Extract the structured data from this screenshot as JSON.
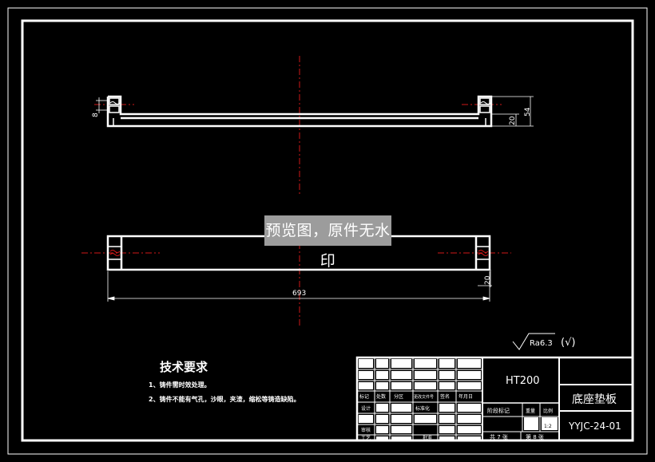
{
  "drawing": {
    "dimensions": {
      "top_left_small": "8",
      "top_height_total": "54",
      "top_height_inner": "20",
      "bottom_length": "693",
      "bottom_height": "20"
    },
    "surface_roughness": {
      "value": "Ra6.3",
      "suffix": "(√)"
    },
    "tech_requirements": {
      "title": "技术要求",
      "items": [
        "1、铸件需时效处理。",
        "2、铸件不能有气孔，沙眼，夹渣，缩松等铸造缺陷。"
      ]
    },
    "watermark": "预览图，原件无水印"
  },
  "title_block": {
    "material": "HT200",
    "part_name": "底座垫板",
    "drawing_no": "YYJC-24-01",
    "row_labels": [
      "标记",
      "处数",
      "分区",
      "更改文件号",
      "签名",
      "年月日"
    ],
    "design_label": "设计",
    "standardization_label": "标准化",
    "review_label": "审核",
    "process_label": "工艺",
    "approve_label": "批准",
    "stage_mark_label": "阶段标记",
    "weight_label": "重量",
    "scale_label": "比例",
    "scale_value": "1:2",
    "sheets_total": "共 7 张",
    "sheet_no": "第 8 张"
  }
}
